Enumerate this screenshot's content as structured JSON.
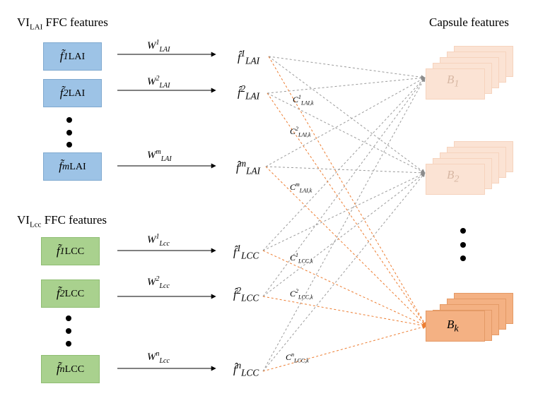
{
  "headers": {
    "lai_prefix": "VI",
    "lai_sub": "LAI",
    "lai_suffix": " FFC features",
    "lcc_prefix": "VI",
    "lcc_sub": "Lcc",
    "lcc_suffix": " FFC features",
    "capsule": "Capsule features"
  },
  "lai_group": {
    "inputs": [
      {
        "base": "f̃",
        "sup": "1",
        "sub": "LAI"
      },
      {
        "base": "f̃",
        "sup": "2",
        "sub": "LAI"
      },
      {
        "base": "f̃",
        "sup": "m",
        "sub": "LAI"
      }
    ],
    "weights": [
      {
        "base": "W",
        "sup": "1",
        "sub": "LAI"
      },
      {
        "base": "W",
        "sup": "2",
        "sub": "LAI"
      },
      {
        "base": "W",
        "sup": "m",
        "sub": "LAI"
      }
    ],
    "nodes": [
      {
        "base": "f̂",
        "sup": "1",
        "sub": "LAI"
      },
      {
        "base": "f̂",
        "sup": "2",
        "sub": "LAI"
      },
      {
        "base": "f̂",
        "sup": "m",
        "sub": "LAI"
      }
    ],
    "couplings": [
      {
        "base": "C",
        "sup": "1",
        "sub": "LAI,k"
      },
      {
        "base": "C",
        "sup": "2",
        "sub": "LAI,k"
      },
      {
        "base": "C",
        "sup": "m",
        "sub": "LAI,k"
      }
    ]
  },
  "lcc_group": {
    "inputs": [
      {
        "base": "f̃",
        "sup": "1",
        "sub": "LCC"
      },
      {
        "base": "f̃",
        "sup": "2",
        "sub": "LCC"
      },
      {
        "base": "f̃",
        "sup": "n",
        "sub": "LCC"
      }
    ],
    "weights": [
      {
        "base": "W",
        "sup": "1",
        "sub": "Lcc"
      },
      {
        "base": "W",
        "sup": "2",
        "sub": "Lcc"
      },
      {
        "base": "W",
        "sup": "n",
        "sub": "Lcc"
      }
    ],
    "nodes": [
      {
        "base": "f̂",
        "sup": "1",
        "sub": "LCC"
      },
      {
        "base": "f̂",
        "sup": "2",
        "sub": "LCC"
      },
      {
        "base": "f̂",
        "sup": "n",
        "sub": "LCC"
      }
    ],
    "couplings": [
      {
        "base": "C",
        "sup": "1",
        "sub": "LCC,k"
      },
      {
        "base": "C",
        "sup": "2",
        "sub": "LCC,k"
      },
      {
        "base": "C",
        "sup": "n",
        "sub": "LCC,k"
      }
    ]
  },
  "capsules": [
    {
      "base": "B",
      "sub": "1",
      "style": "light"
    },
    {
      "base": "B",
      "sub": "2",
      "style": "light"
    },
    {
      "base": "B",
      "sub": "k",
      "style": "dark"
    }
  ],
  "colors": {
    "lai_box": "#9dc3e6",
    "lcc_box": "#a9d18e",
    "capsule_light": "#fbe3d4",
    "capsule_dark": "#f4b183",
    "gray_link": "#9b9b9b",
    "orange_link": "#ed7d31",
    "arrow": "#000000"
  }
}
